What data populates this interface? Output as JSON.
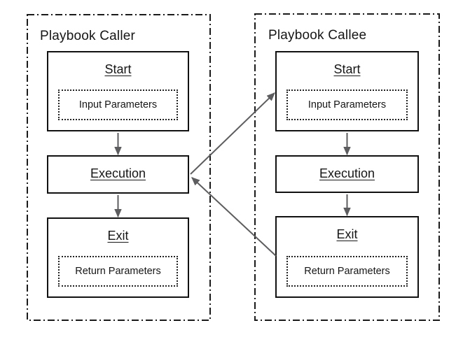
{
  "diagram": {
    "background_color": "#ffffff",
    "colors": {
      "node_border": "#111111",
      "container_border": "#1a1a1a",
      "arrow": "#5d5d60",
      "text": "#161616"
    },
    "caller": {
      "title": "Playbook Caller",
      "start": {
        "label": "Start",
        "param_label": "Input Parameters"
      },
      "execution": {
        "label": "Execution"
      },
      "exit": {
        "label": "Exit",
        "param_label": "Return Parameters"
      }
    },
    "callee": {
      "title": "Playbook Callee",
      "start": {
        "label": "Start",
        "param_label": "Input Parameters"
      },
      "execution": {
        "label": "Execution"
      },
      "exit": {
        "label": "Exit",
        "param_label": "Return Parameters"
      }
    },
    "connections": [
      {
        "from": "caller-start",
        "to": "caller-execution"
      },
      {
        "from": "caller-execution",
        "to": "caller-exit"
      },
      {
        "from": "callee-start",
        "to": "callee-execution"
      },
      {
        "from": "callee-execution",
        "to": "callee-exit"
      },
      {
        "from": "caller-execution",
        "to": "callee-start",
        "meaning": "call"
      },
      {
        "from": "callee-exit",
        "to": "caller-execution",
        "meaning": "return"
      }
    ]
  }
}
